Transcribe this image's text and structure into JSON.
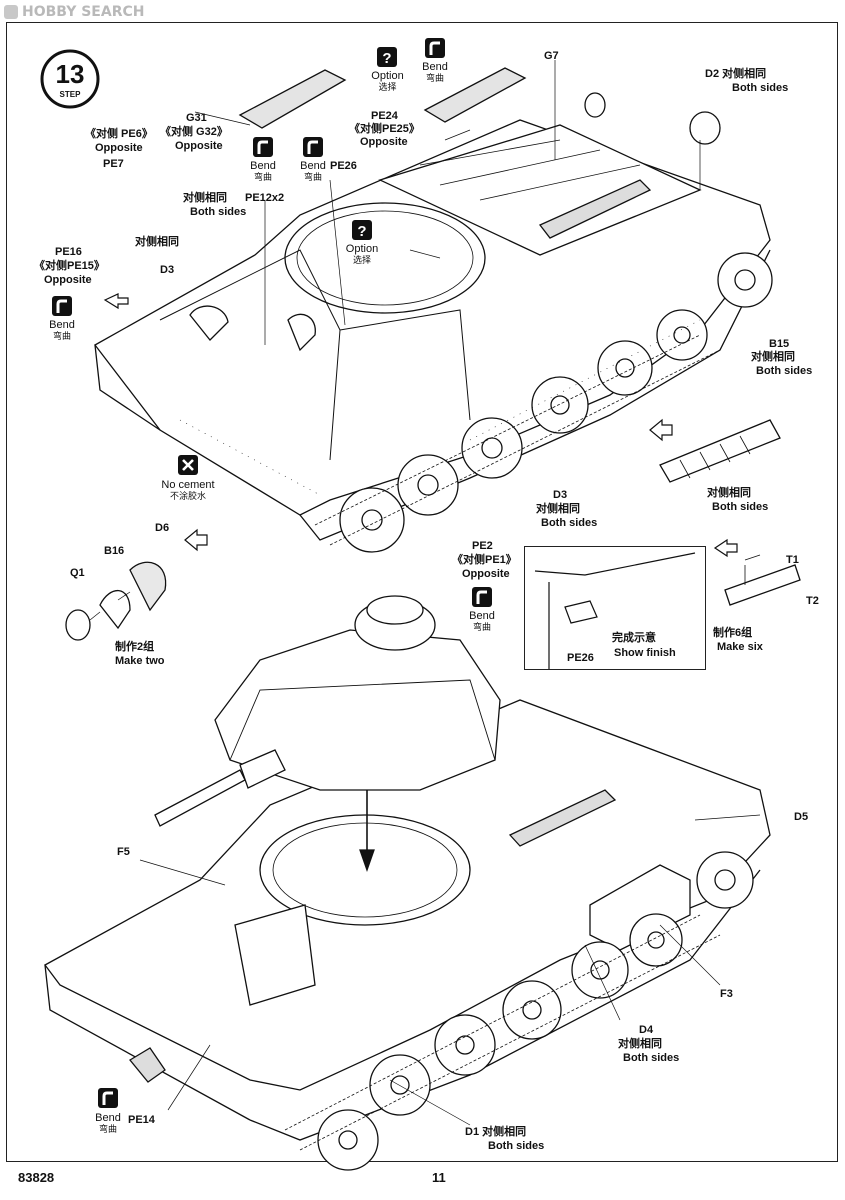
{
  "watermark": "HOBBY SEARCH",
  "step_number": "13",
  "step_word": "STEP",
  "icons": {
    "option": {
      "text": "Option",
      "zh": "选择"
    },
    "bend": {
      "text": "Bend",
      "zh": "弯曲"
    },
    "no_cement": {
      "text": "No cement",
      "zh": "不涂胶水"
    }
  },
  "labels": {
    "g31": "G31",
    "g32": "《对侧 G32》",
    "g32_opp": "Opposite",
    "pe6": "《对侧 PE6》",
    "pe6_opp": "Opposite",
    "pe7": "PE7",
    "pe24": "PE24",
    "pe25": "《对侧PE25》",
    "pe25_opp": "Opposite",
    "g7": "G7",
    "d2": "D2 对侧相同",
    "d2_both": "Both sides",
    "pe12": "PE12x2",
    "pe12_zh": "对侧相同",
    "pe12_both": "Both sides",
    "pe26": "PE26",
    "pe16": "PE16",
    "pe15": "《对侧PE15》",
    "pe15_opp": "Opposite",
    "pe16_zh": "对侧相同",
    "d3_top": "D3",
    "b15": "B15",
    "b15_zh": "对侧相同",
    "b15_both": "Both sides",
    "tracks_zh": "对侧相同",
    "tracks_both": "Both sides",
    "d3_mid": "D3",
    "d3_mid_zh": "对侧相同",
    "d3_mid_both": "Both sides",
    "pe2": "PE2",
    "pe1": "《对侧PE1》",
    "pe1_opp": "Opposite",
    "q1": "Q1",
    "b16": "B16",
    "d6": "D6",
    "make_two_zh": "制作2组",
    "make_two": "Make two",
    "inset_pe26": "PE26",
    "show_finish_zh": "完成示意",
    "show_finish": "Show finish",
    "t1": "T1",
    "t2": "T2",
    "make_six_zh": "制作6组",
    "make_six": "Make six",
    "d5": "D5",
    "f5": "F5",
    "f3": "F3",
    "d4": "D4",
    "d4_zh": "对侧相同",
    "d4_both": "Both sides",
    "pe14": "PE14",
    "d1": "D1 对侧相同",
    "d1_both": "Both sides"
  },
  "footer": {
    "code": "83828",
    "page": "11"
  }
}
